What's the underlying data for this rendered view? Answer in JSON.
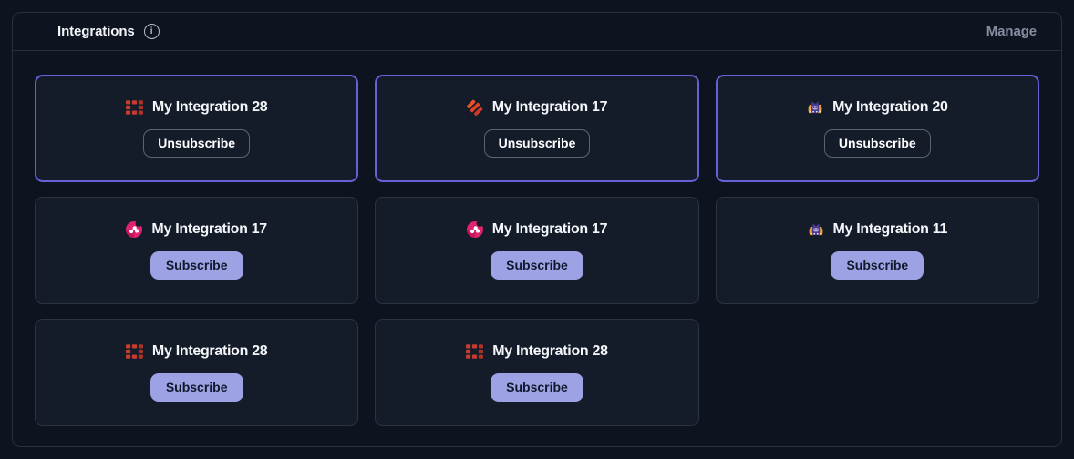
{
  "header": {
    "title": "Integrations",
    "info_icon": "i",
    "manage_label": "Manage"
  },
  "cards": [
    {
      "icon": "red-grid-logo",
      "title": "My Integration 28",
      "action": "Unsubscribe",
      "state": "subscribed"
    },
    {
      "icon": "orange-slashes-logo",
      "title": "My Integration 17",
      "action": "Unsubscribe",
      "state": "subscribed"
    },
    {
      "icon": "purple-mascot-logo",
      "title": "My Integration 20",
      "action": "Unsubscribe",
      "state": "subscribed"
    },
    {
      "icon": "pink-share-logo",
      "title": "My Integration 17",
      "action": "Subscribe",
      "state": "unsubscribed"
    },
    {
      "icon": "pink-share-logo",
      "title": "My Integration 17",
      "action": "Subscribe",
      "state": "unsubscribed"
    },
    {
      "icon": "purple-mascot-logo",
      "title": "My Integration 11",
      "action": "Subscribe",
      "state": "unsubscribed"
    },
    {
      "icon": "red-grid-logo",
      "title": "My Integration 28",
      "action": "Subscribe",
      "state": "unsubscribed"
    },
    {
      "icon": "red-grid-logo",
      "title": "My Integration 28",
      "action": "Subscribe",
      "state": "unsubscribed"
    }
  ],
  "colors": {
    "page_background": "#0d1420",
    "card_background": "#141c2a",
    "panel_border": "#28303f",
    "card_border": "#2b3443",
    "subscribed_card_border": "#6561d8",
    "subscribe_button_background": "#9da2e4",
    "subscribe_button_text": "#10182b",
    "unsubscribe_button_border": "#5a6478",
    "title_text": "#f4f6f9",
    "manage_text": "#868d9e"
  }
}
